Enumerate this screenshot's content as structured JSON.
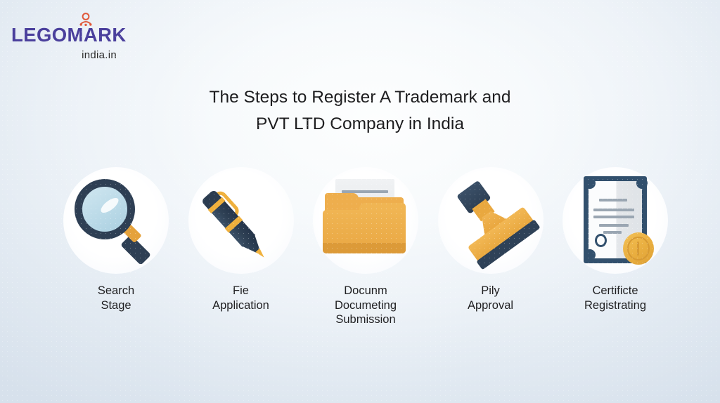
{
  "brand": {
    "mark_icon": "person-pin-icon",
    "word": "LEGOMARK",
    "sub": "india.in",
    "word_color": "#4a3f9c",
    "mark_color": "#e05a3c"
  },
  "title": {
    "line1": "The Steps to Register A Trademark and",
    "line2": "PVT LTD Company in India"
  },
  "palette": {
    "background_center": "#fdfefe",
    "background_edge": "#d7e1ec",
    "navy": "#2e3f54",
    "amber": "#eeae4d",
    "lens_blue": "#b9d9e7",
    "text": "#1d1d1f"
  },
  "steps": [
    {
      "icon": "magnifying-glass-icon",
      "label_lines": [
        "Search",
        "Stage"
      ]
    },
    {
      "icon": "pen-icon",
      "label_lines": [
        "Fie",
        "Application"
      ]
    },
    {
      "icon": "folder-documents-icon",
      "label_lines": [
        "Docunm",
        "Documeting",
        "Submission"
      ]
    },
    {
      "icon": "rubber-stamp-icon",
      "label_lines": [
        "Pily",
        "Approval"
      ]
    },
    {
      "icon": "certificate-medal-icon",
      "label_lines": [
        "Certificte",
        "Registrating"
      ]
    }
  ]
}
